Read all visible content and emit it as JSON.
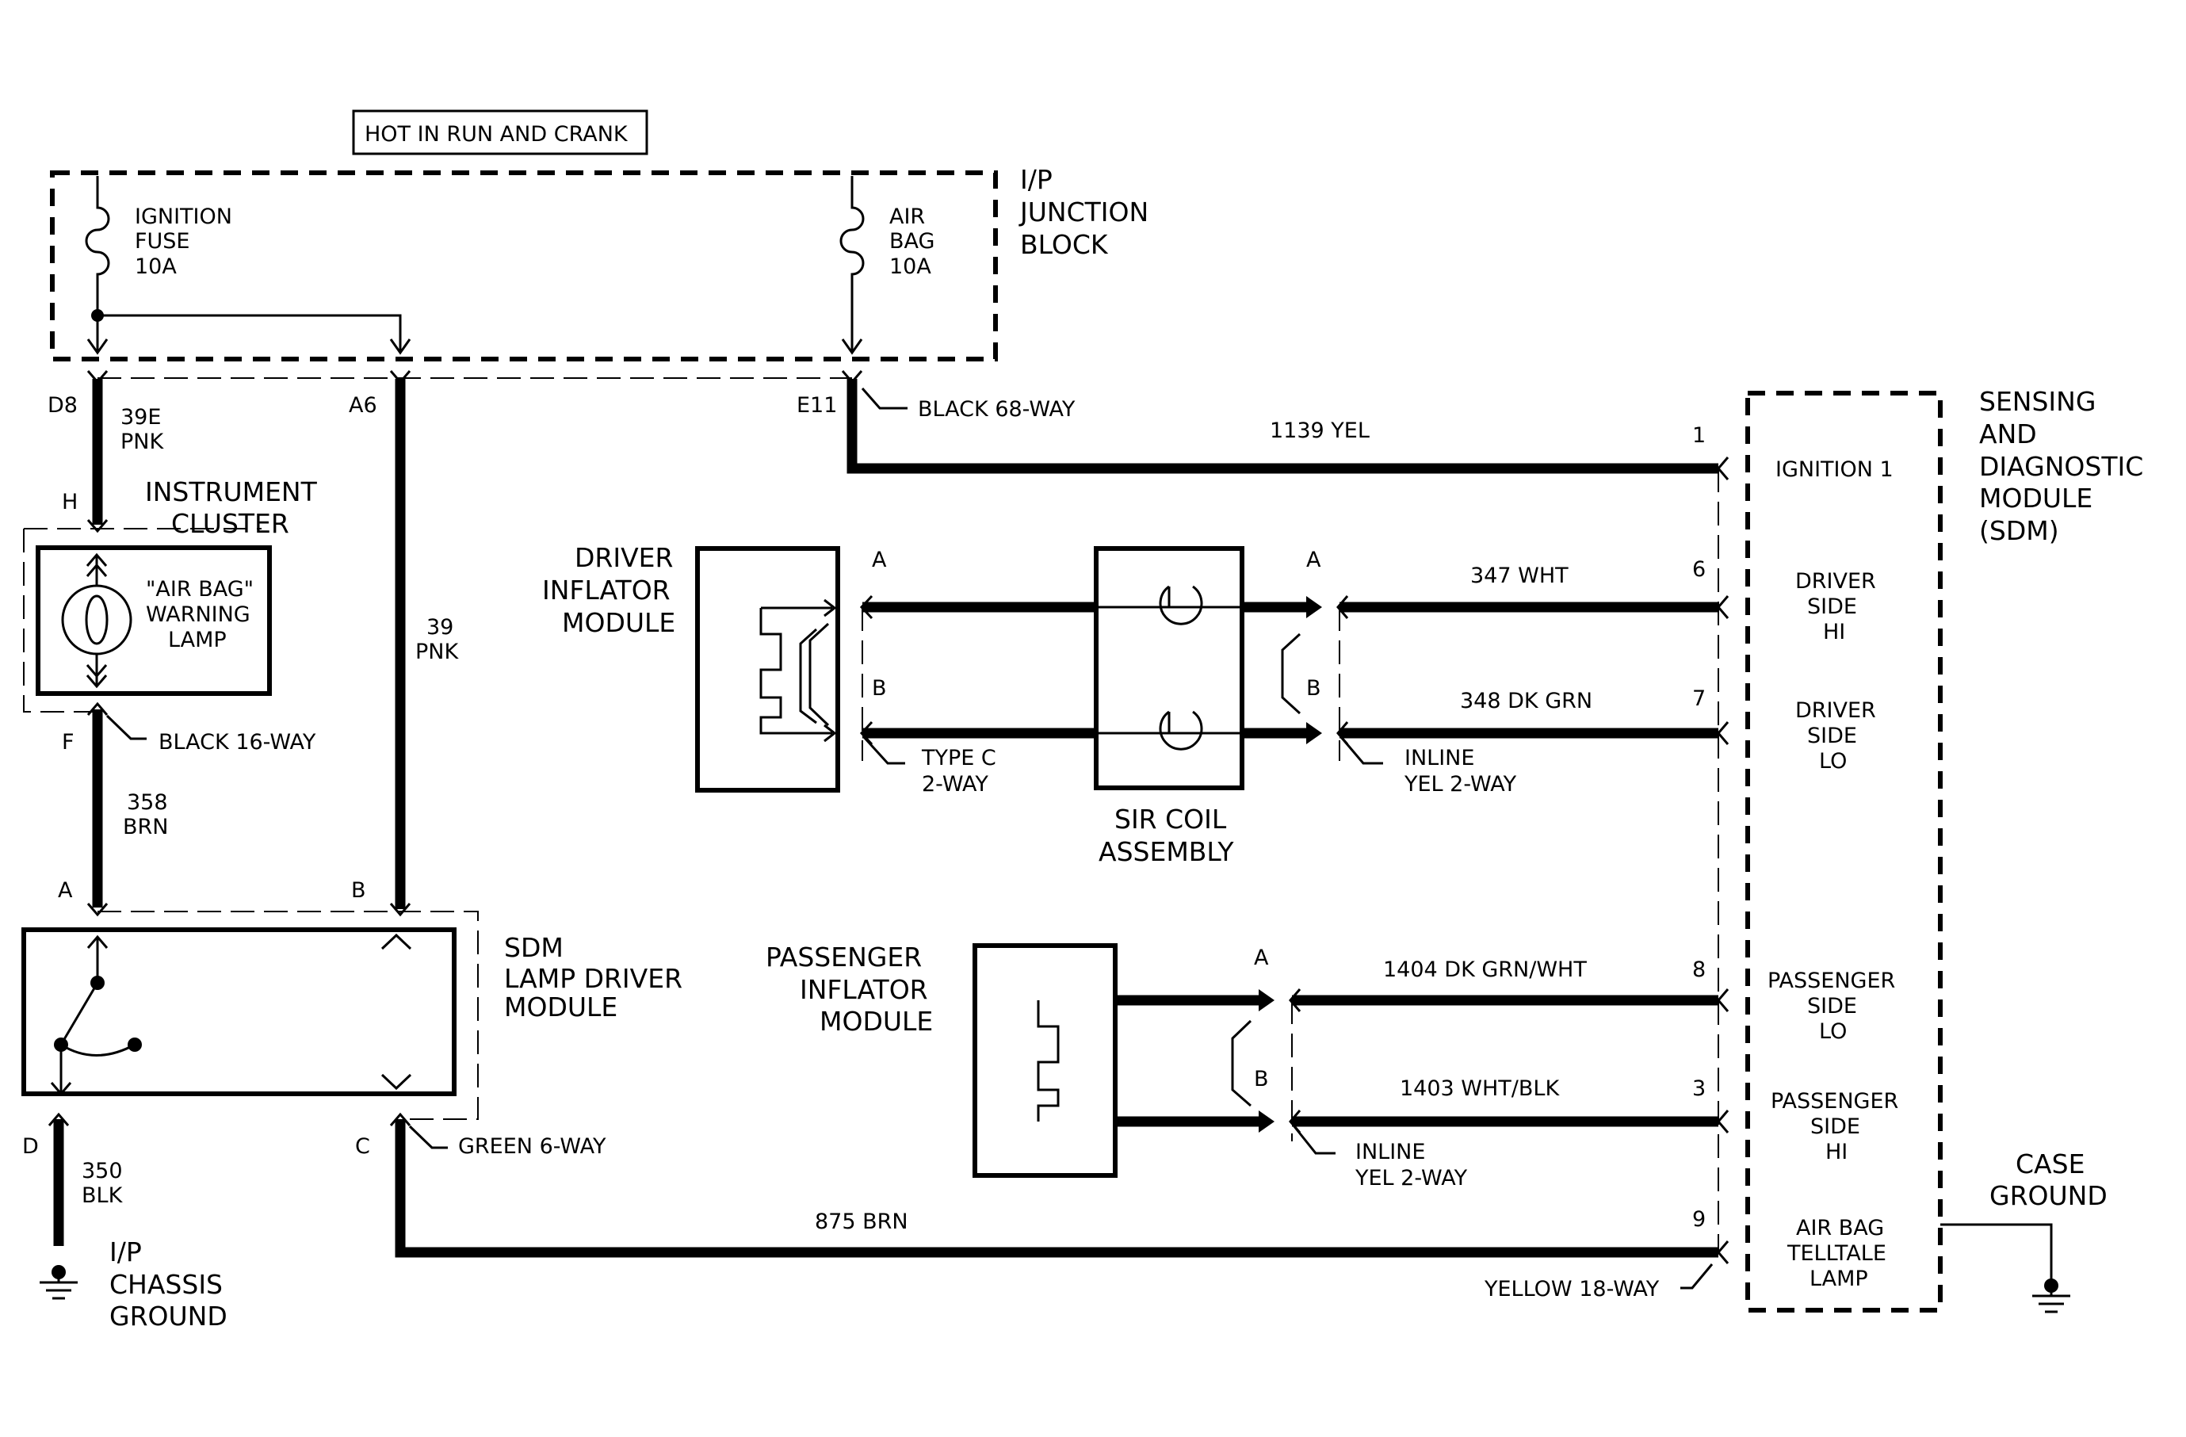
{
  "header": {
    "hot_label": "HOT IN RUN AND CRANK"
  },
  "junction_block": {
    "title_lines": [
      "I/P",
      "JUNCTION",
      "BLOCK"
    ],
    "ignition_fuse_lines": [
      "IGNITION",
      "FUSE",
      "10A"
    ],
    "airbag_fuse_lines": [
      "AIR",
      "BAG",
      "10A"
    ],
    "connector_label": "BLACK 68-WAY",
    "pins": {
      "d8": "D8",
      "a6": "A6",
      "e11": "E11"
    }
  },
  "wires": {
    "w39e": [
      "39E",
      "PNK"
    ],
    "w39": [
      "39",
      "PNK"
    ],
    "w358": [
      "358",
      "BRN"
    ],
    "w350": [
      "350",
      "BLK"
    ],
    "w1139": "1139 YEL",
    "w347": "347 WHT",
    "w348": "348 DK GRN",
    "w1404": "1404 DK GRN/WHT",
    "w1403": "1403 WHT/BLK",
    "w875": "875 BRN"
  },
  "instrument_cluster": {
    "title_lines": [
      "INSTRUMENT",
      "CLUSTER"
    ],
    "lamp_lines": [
      "\"AIR BAG\"",
      "WARNING",
      "LAMP"
    ],
    "pin_h": "H",
    "pin_f": "F",
    "connector_label": "BLACK 16-WAY"
  },
  "lamp_driver": {
    "title_lines": [
      "SDM",
      "LAMP DRIVER",
      "MODULE"
    ],
    "pin_a": "A",
    "pin_b": "B",
    "pin_c": "C",
    "pin_d": "D",
    "connector_label": "GREEN 6-WAY"
  },
  "chassis_ground": {
    "lines": [
      "I/P",
      "CHASSIS",
      "GROUND"
    ]
  },
  "driver_inflator": {
    "title_lines": [
      "DRIVER",
      "INFLATOR",
      "MODULE"
    ],
    "pin_a": "A",
    "pin_b": "B",
    "connector_lines": [
      "TYPE C",
      "2-WAY"
    ]
  },
  "sir_coil": {
    "title_lines": [
      "SIR COIL",
      "ASSEMBLY"
    ],
    "pin_a": "A",
    "pin_b": "B",
    "connector_lines": [
      "INLINE",
      "YEL 2-WAY"
    ]
  },
  "passenger_inflator": {
    "title_lines": [
      "PASSENGER",
      "INFLATOR",
      "MODULE"
    ],
    "pin_a": "A",
    "pin_b": "B",
    "connector_lines": [
      "INLINE",
      "YEL 2-WAY"
    ]
  },
  "sdm": {
    "title_lines": [
      "SENSING",
      "AND",
      "DIAGNOSTIC",
      "MODULE",
      "(SDM)"
    ],
    "pins": [
      "1",
      "6",
      "7",
      "8",
      "3",
      "9"
    ],
    "ignition": "IGNITION 1",
    "driver_hi": [
      "DRIVER",
      "SIDE",
      "HI"
    ],
    "driver_lo": [
      "DRIVER",
      "SIDE",
      "LO"
    ],
    "passenger_lo": [
      "PASSENGER",
      "SIDE",
      "LO"
    ],
    "passenger_hi": [
      "PASSENGER",
      "SIDE",
      "HI"
    ],
    "telltale": [
      "AIR BAG",
      "TELLTALE",
      "LAMP"
    ],
    "connector_label": "YELLOW 18-WAY"
  },
  "case_ground": {
    "lines": [
      "CASE",
      "GROUND"
    ]
  }
}
